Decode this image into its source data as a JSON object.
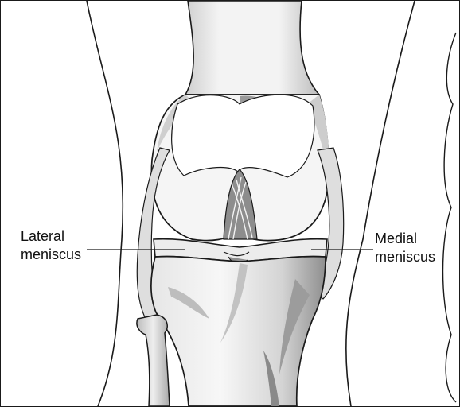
{
  "diagram": {
    "labels": {
      "lateral_meniscus": {
        "line1": "Lateral",
        "line2": "meniscus"
      },
      "medial_meniscus": {
        "line1": "Medial",
        "line2": "meniscus"
      }
    },
    "colors": {
      "outline": "#1a1a1a",
      "bone_light": "#f6f6f6",
      "bone_shade": "#c9c9c9",
      "bone_dark": "#8c8c8c",
      "meniscus": "#e9e9e9",
      "background": "#ffffff"
    }
  }
}
